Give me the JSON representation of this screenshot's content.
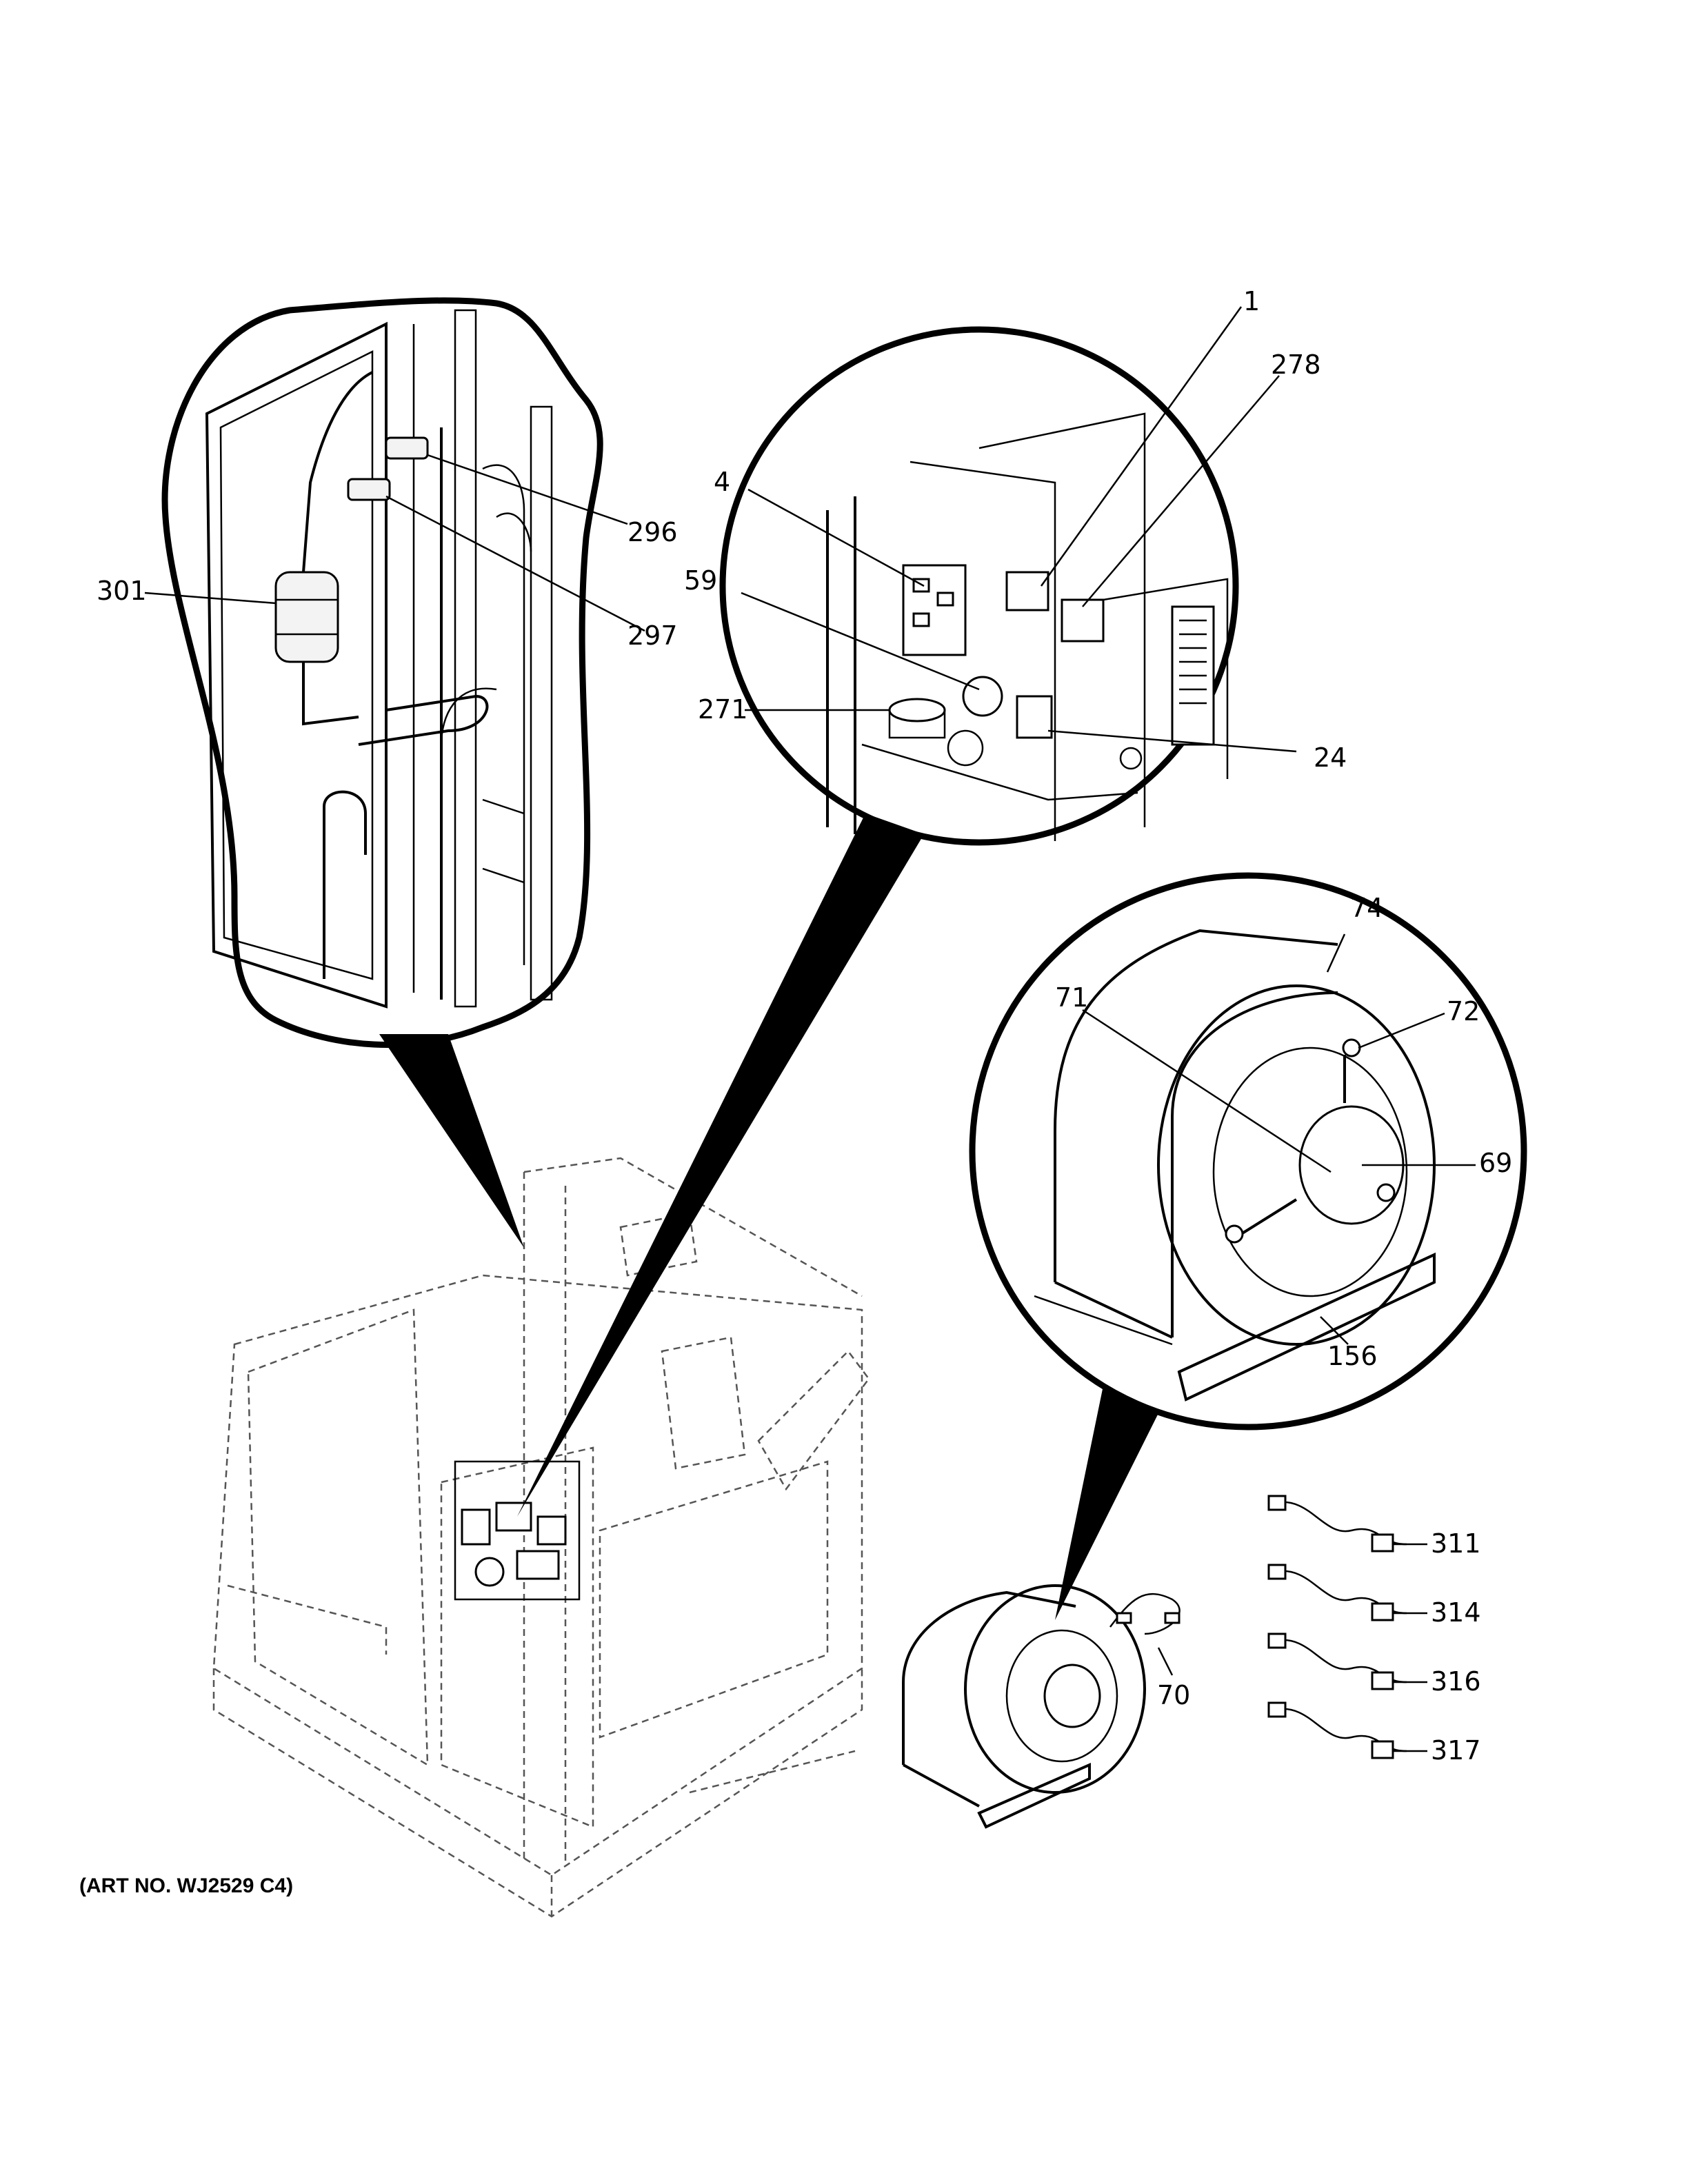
{
  "art_number": "(ART NO. WJ2529 C4)",
  "callouts": {
    "c1": "1",
    "c278": "278",
    "c4": "4",
    "c296": "296",
    "c59": "59",
    "c301": "301",
    "c297": "297",
    "c271": "271",
    "c24": "24",
    "c74": "74",
    "c71": "71",
    "c72": "72",
    "c69": "69",
    "c156": "156",
    "c311": "311",
    "c314": "314",
    "c70": "70",
    "c316": "316",
    "c317": "317"
  }
}
